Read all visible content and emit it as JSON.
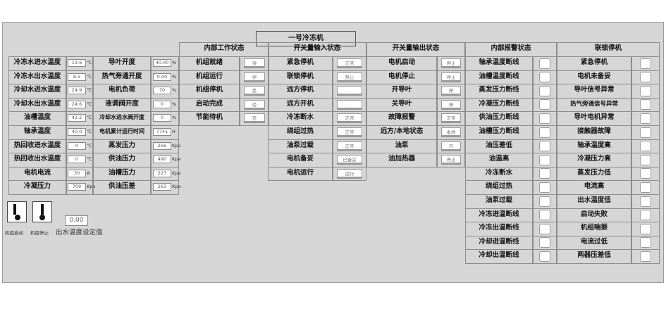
{
  "title": "一号冷冻机",
  "left_params": [
    {
      "label": "冷冻水进水温度",
      "value": "13.6",
      "unit": "℃"
    },
    {
      "label": "冷冻水出水温度",
      "value": "8.5",
      "unit": "℃"
    },
    {
      "label": "冷却水进水温度",
      "value": "24.9",
      "unit": "℃"
    },
    {
      "label": "冷却水出水温度",
      "value": "24.6",
      "unit": "℃"
    },
    {
      "label": "油槽温度",
      "value": "42.2",
      "unit": "℃"
    },
    {
      "label": "轴承温度",
      "value": "40.0",
      "unit": "℃"
    },
    {
      "label": "热回收进水温度",
      "value": "0",
      "unit": "℃"
    },
    {
      "label": "热回收出水温度",
      "value": "0",
      "unit": "℃"
    },
    {
      "label": "电机电流",
      "value": "30",
      "unit": "A"
    },
    {
      "label": "冷凝压力",
      "value": "709",
      "unit": "Kpa"
    }
  ],
  "mid_params": [
    {
      "label": "导叶开度",
      "value": "40.00",
      "unit": "%"
    },
    {
      "label": "热气旁通开度",
      "value": "0.00",
      "unit": "%"
    },
    {
      "label": "电机负荷",
      "value": "70",
      "unit": "%"
    },
    {
      "label": "液调阀开度",
      "value": "0",
      "unit": "%"
    },
    {
      "label": "冷却水进水阀开度",
      "value": "0",
      "unit": "%"
    },
    {
      "label": "电机累计运行时间",
      "value": "7741",
      "unit": "H"
    },
    {
      "label": "蒸发压力",
      "value": "256",
      "unit": "Kpa"
    },
    {
      "label": "供油压力",
      "value": "490",
      "unit": "Kpa"
    },
    {
      "label": "油槽压力",
      "value": "227",
      "unit": "Kpa"
    },
    {
      "label": "供油压差",
      "value": "263",
      "unit": "Kpa"
    }
  ],
  "internal": {
    "header": "内部工作状态",
    "items": [
      {
        "label": "机组就绪",
        "value": "待"
      },
      {
        "label": "机组运行",
        "value": "停"
      },
      {
        "label": "机组停机",
        "value": "是"
      },
      {
        "label": "启动完成",
        "value": "否"
      },
      {
        "label": "节能待机",
        "value": "否"
      }
    ]
  },
  "switch_in": {
    "header": "开关量输入状态",
    "items": [
      {
        "label": "紧急停机",
        "value": "正常"
      },
      {
        "label": "联锁停机",
        "value": "禁止"
      },
      {
        "label": "远方停机",
        "value": "-"
      },
      {
        "label": "远方开机",
        "value": "-"
      },
      {
        "label": "冷冻断水",
        "value": "正常"
      },
      {
        "label": "绕组过热",
        "value": "正常"
      },
      {
        "label": "油泵过载",
        "value": "正常"
      },
      {
        "label": "电机备妥",
        "value": "已备妥"
      },
      {
        "label": "电机运行",
        "value": "运行"
      }
    ]
  },
  "switch_out": {
    "header": "开关量输出状态",
    "items": [
      {
        "label": "电机启动",
        "value": "停止"
      },
      {
        "label": "电机停止",
        "value": "停止"
      },
      {
        "label": "开导叶",
        "value": "停"
      },
      {
        "label": "关导叶",
        "value": "停"
      },
      {
        "label": "故障报警",
        "value": "正常"
      },
      {
        "label": "远方/本地状态",
        "value": "本地"
      },
      {
        "label": "油泵",
        "value": "开"
      },
      {
        "label": "油加热器",
        "value": "停止"
      }
    ]
  },
  "alarms": {
    "header": "内部报警状态",
    "items": [
      "轴承温度断线",
      "油槽温度断线",
      "蒸发压力断线",
      "冷凝压力断线",
      "供油压力断线",
      "油槽压力断线",
      "油压差低",
      "油温高",
      "冷冻断水",
      "绕组过热",
      "油泵过载",
      "冷冻进温断线",
      "冷冻出温断线",
      "冷却进温断线",
      "冷却出温断线"
    ]
  },
  "interlock": {
    "header": "联锁停机",
    "items": [
      "紧急停机",
      "电机未备妥",
      "导叶信号异常",
      "热气旁通信号异常",
      "导叶电机异常",
      "接触器故障",
      "轴承温度高",
      "冷凝压力高",
      "蒸发压力低",
      "电流高",
      "出水温度低",
      "启动失败",
      "机组喘振",
      "电流过低",
      "两器压差低"
    ]
  },
  "controls": {
    "start_label": "机组启动",
    "stop_label": "机组停止",
    "setpoint_value": "0.00",
    "setpoint_label": "出水温度设定值"
  }
}
